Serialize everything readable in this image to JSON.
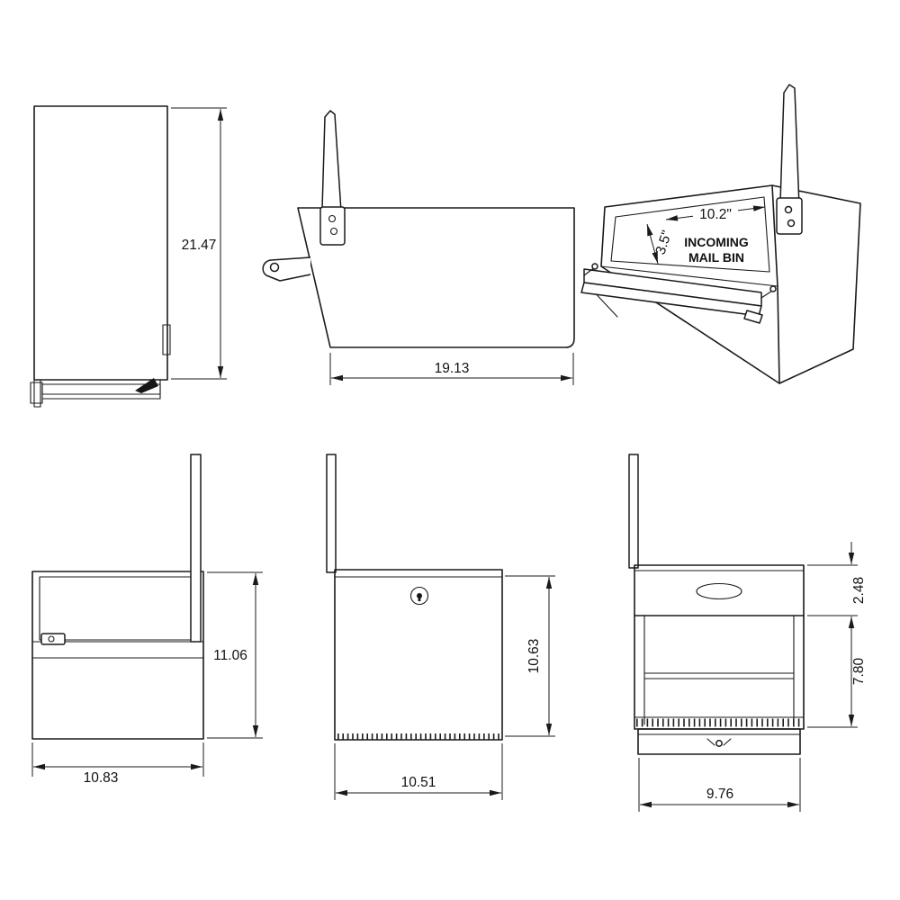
{
  "title": "Mailbox dimensional drawing",
  "colors": {
    "line": "#1a1a1a",
    "background": "#ffffff"
  },
  "labels": {
    "incoming_line1": "INCOMING",
    "incoming_line2": "MAIL BIN"
  },
  "dims": {
    "front_height": "21.47",
    "side_length": "19.13",
    "bin_width": "10.2\"",
    "bin_opening_height": "3.5\"",
    "rear_height": "11.06",
    "rear_width": "10.83",
    "door_height": "10.63",
    "door_width": "10.51",
    "top_section": "2.48",
    "lower_section": "7.80",
    "base_width": "9.76"
  }
}
